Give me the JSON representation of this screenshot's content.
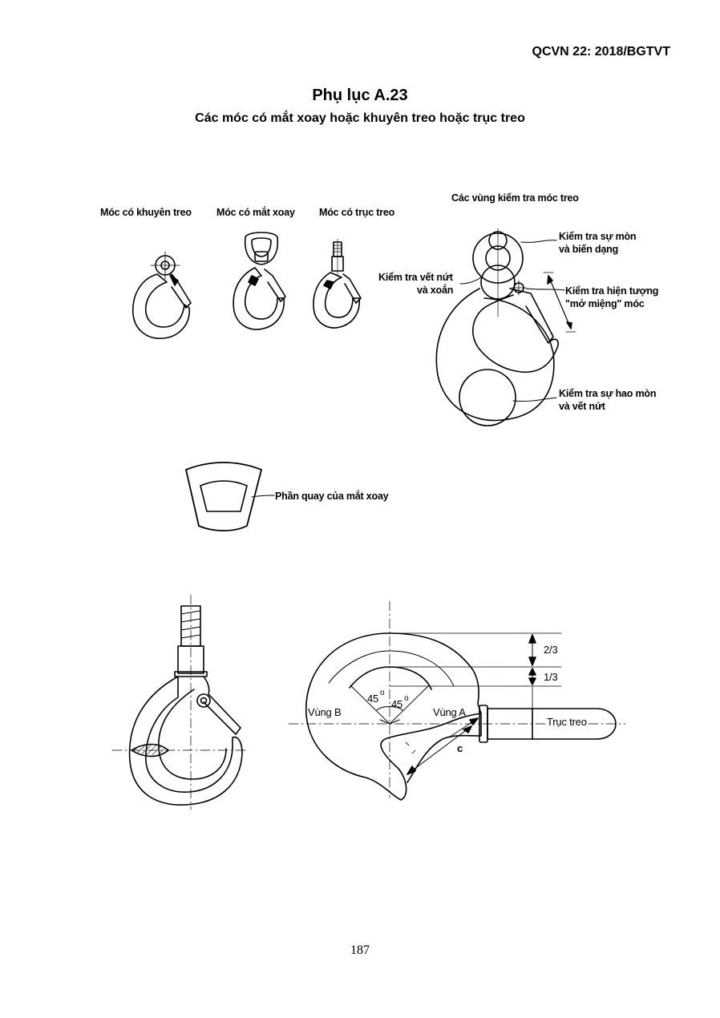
{
  "header": {
    "code": "QCVN 22: 2018/BGTVT"
  },
  "title": "Phụ lục A.23",
  "subtitle": "Các móc có mắt xoay hoặc khuyên treo hoặc trục treo",
  "small_hooks": {
    "eye_hook": "Móc có khuyên treo",
    "swivel_hook": "Móc có mắt xoay",
    "shank_hook": "Móc có trục treo"
  },
  "inspection": {
    "title": "Các vùng kiểm tra móc treo",
    "wear_line1": "Kiểm tra sự mòn",
    "wear_line2": "và biến dạng",
    "crack_line1": "Kiểm tra vết nứt",
    "crack_line2": "và xoắn",
    "opening_line1": "Kiểm tra hiện tượng",
    "opening_line2": "\"mở miệng\" móc",
    "bottom_line1": "Kiểm tra sự hao mòn",
    "bottom_line2": "và vết nứt"
  },
  "swivel_part": "Phần quay của mắt xoay",
  "diagram": {
    "frac_top": "2/3",
    "frac_bottom": "1/3",
    "angle_left": "45",
    "angle_right": "45",
    "degree": "o",
    "zone_b": "Vùng B",
    "zone_a": "Vùng A",
    "shaft": "Trục treo",
    "c_label": "c"
  },
  "page_number": "187"
}
